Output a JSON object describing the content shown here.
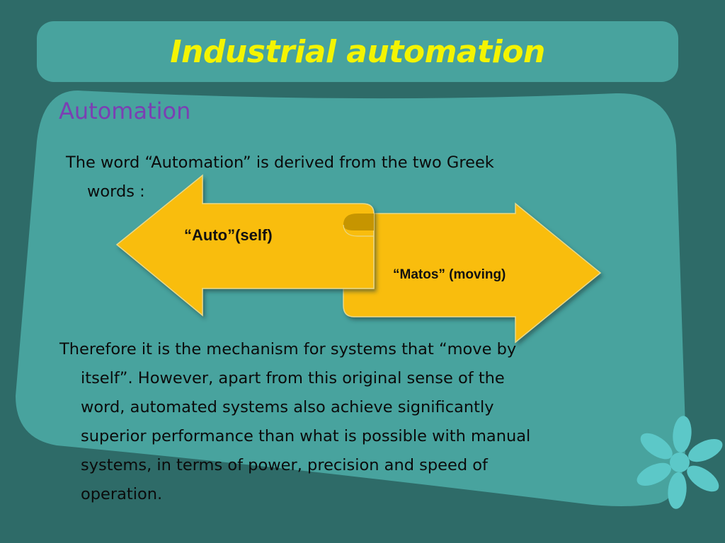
{
  "slide": {
    "title": "Industrial automation",
    "subtitle": "Automation",
    "intro_line1": "The word “Automation” is derived from the two Greek",
    "intro_line2": "words :",
    "arrow_left_label": "“Auto”(self)",
    "arrow_right_label": "“Matos” (moving)",
    "body_line1": "Therefore it is the mechanism for systems that “move by",
    "body_line2": "itself”. However, apart from this original sense of the",
    "body_line3": "word, automated systems also achieve significantly",
    "body_line4": "superior performance than what is possible with manual",
    "body_line5": "systems, in terms of power, precision and speed of",
    "body_line6": "operation."
  },
  "colors": {
    "background": "#2e6b68",
    "panel": "#48a39e",
    "title": "#f4f400",
    "subtitle": "#7b3fb3",
    "arrow_fill": "#f9bd0b",
    "flower": "#5cc8c8"
  },
  "icons": {
    "decoration": "flower-icon"
  }
}
